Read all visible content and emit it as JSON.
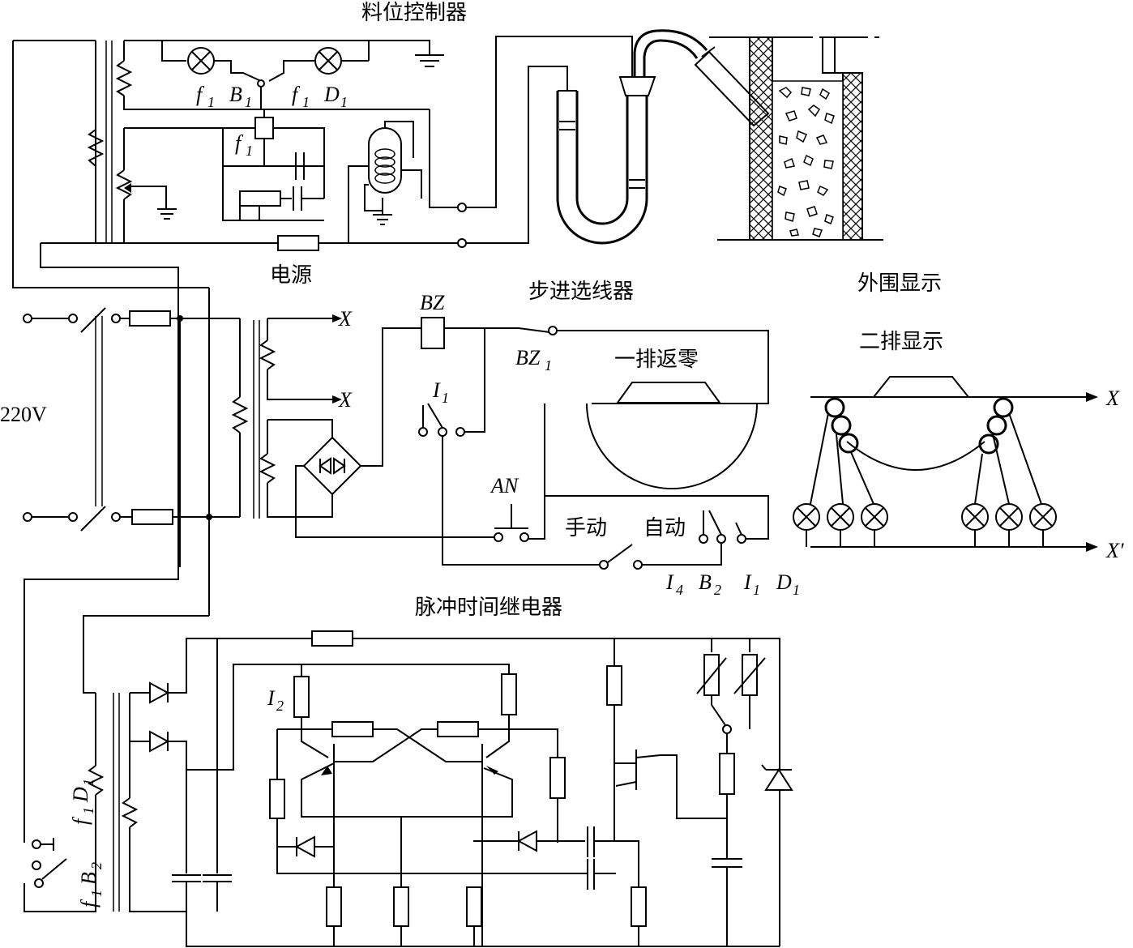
{
  "titles": {
    "level_controller": "料位控制器",
    "power": "电源",
    "stepper": "步进选线器",
    "outer_display": "外围显示",
    "second_row": "二排显示",
    "first_row_reset": "一排返零",
    "pulse_relay": "脉冲时间继电器",
    "manual": "手动",
    "auto": "自动"
  },
  "supply": {
    "voltage": "220V"
  },
  "labels": {
    "f1_a": "f",
    "f1_a_sub": "1",
    "B1": "B",
    "B1_sub": "1",
    "f1_b": "f",
    "f1_b_sub": "1",
    "D1": "D",
    "D1_sub": "1",
    "f1_relay": "f",
    "f1_relay_sub": "1",
    "X1": "X",
    "X2": "X",
    "BZ": "BZ",
    "BZ1": "BZ",
    "BZ1_sub": "1",
    "I1": "I",
    "I1_sub": "1",
    "AN": "AN",
    "I4": "I",
    "I4_sub": "4",
    "B2": "B",
    "B2_sub": "2",
    "I1_b": "I",
    "I1_b_sub": "1",
    "D1_b": "D",
    "D1_b_sub": "1",
    "X_right": "X",
    "X_prime": "X′",
    "I2": "I",
    "I2_sub": "2",
    "f1D1_vert": "f",
    "f1D1_vert_sub": "1",
    "D1_vert": "D",
    "D1_vert_sub": "1",
    "f1B2_vert": "f",
    "f1B2_vert_sub": "1",
    "B2_vert": "B",
    "B2_vert_sub": "2"
  }
}
